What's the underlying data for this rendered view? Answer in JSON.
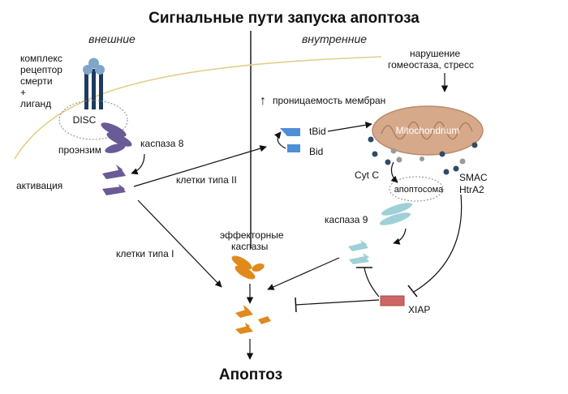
{
  "title": "Сигнальные пути запуска апоптоза",
  "sections": {
    "extrinsic": "внешние",
    "intrinsic": "внутренние"
  },
  "labels": {
    "receptor_complex": [
      "комплекс",
      "рецептор",
      "смерти",
      "+",
      "лиганд"
    ],
    "disc": "DISC",
    "procaspase": "проэнзим",
    "caspase8": "каспаза 8",
    "activation": "активация",
    "type2_cells": "клетки типа II",
    "type1_cells": "клетки типа I",
    "permeability_arrow": "↑",
    "permeability": "проницаемость мембран",
    "tbid": "tBid",
    "bid": "Bid",
    "homeostasis": [
      "нарушение",
      "гомеостаза, стресс"
    ],
    "mitochondrion": "Mitochondrium",
    "cytc": "Cyt C",
    "apoptosome": "апоптосома",
    "smac": "SMAC",
    "htra2": "HtrA2",
    "caspase9": "каспаза 9",
    "effector": [
      "эффекторные",
      "каспазы"
    ],
    "xiap": "XIAP",
    "apoptosis": "Апоптоз"
  },
  "colors": {
    "membrane": "#e2cf8a",
    "divider": "#555555",
    "receptor": "#1f3a5f",
    "ligand": "#7fa6c8",
    "caspase8": "#6a5a96",
    "caspase9": "#9fd0d8",
    "effector": "#e08a1e",
    "mitochondrion": "#d7a98b",
    "bid": "#4f8fd6",
    "xiap": "#cc6666",
    "cytc_dot": "#9a9a9a",
    "smac_dot": "#2f4a6a"
  }
}
